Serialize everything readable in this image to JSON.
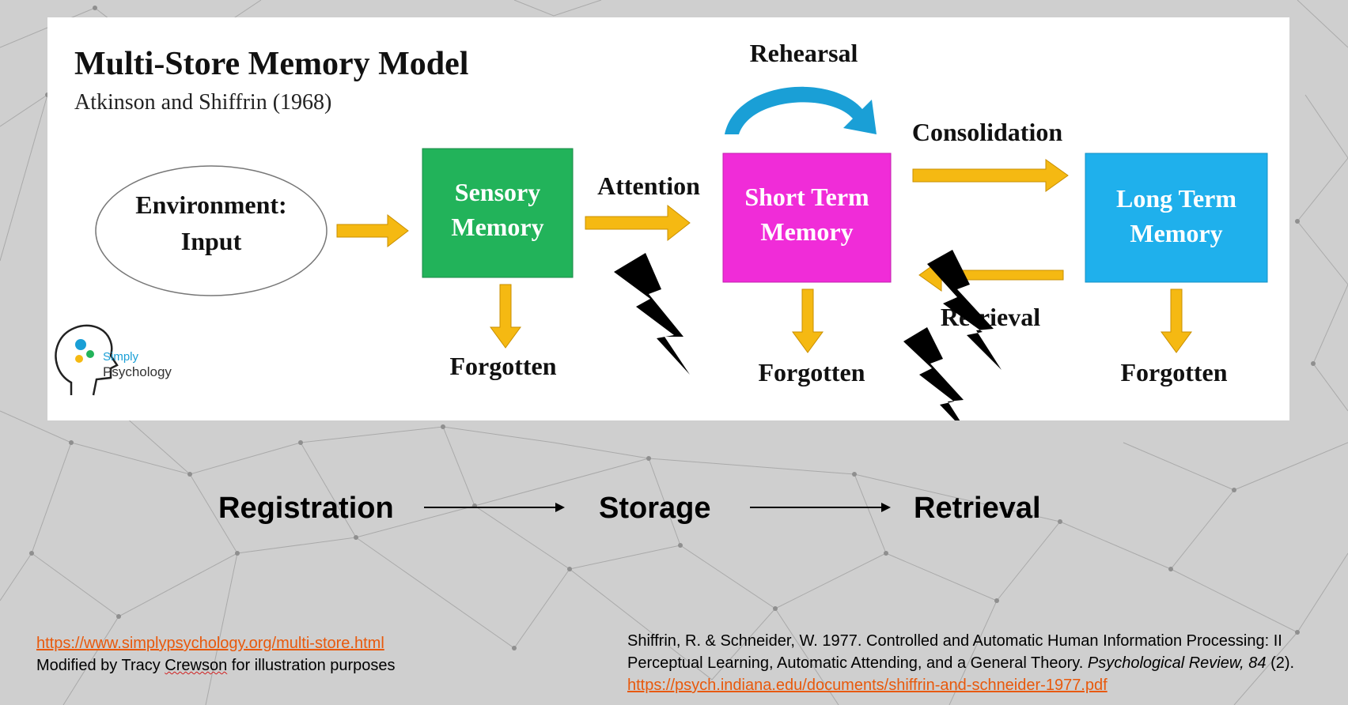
{
  "diagram": {
    "title": "Multi-Store Memory Model",
    "subtitle": "Atkinson and Shiffrin (1968)",
    "environment": {
      "line1": "Environment:",
      "line2": "Input"
    },
    "sensory": {
      "line1": "Sensory",
      "line2": "Memory",
      "color": "#22b35a"
    },
    "short_term": {
      "line1": "Short Term",
      "line2": "Memory",
      "color": "#f02cd8"
    },
    "long_term": {
      "line1": "Long Term",
      "line2": "Memory",
      "color": "#1fb0ec"
    },
    "labels": {
      "attention": "Attention",
      "rehearsal": "Rehearsal",
      "consolidation": "Consolidation",
      "retrieval": "Retrieval"
    },
    "forgotten": [
      "Forgotten",
      "Forgotten",
      "Forgotten"
    ],
    "logo": {
      "line1": "Simply",
      "line2": "Psychology"
    },
    "arrow_color": "#f5b912",
    "rehearsal_arrow_color": "#1a9fd6"
  },
  "process": {
    "registration": "Registration",
    "storage": "Storage",
    "retrieval": "Retrieval"
  },
  "footer": {
    "left_link": "https://www.simplypsychology.org/multi-store.html",
    "left_note_prefix": "Modified by Tracy ",
    "left_note_name": "Crewson",
    "left_note_suffix": " for illustration purposes",
    "ref_line1": "Shiffrin, R. & Schneider, W. 1977. Controlled and Automatic Human Information Processing: II",
    "ref_line2_prefix": "Perceptual Learning, Automatic Attending, and a General Theory. ",
    "ref_journal": "Psychological Review, 84",
    "ref_line2_suffix": " (2).",
    "ref_link": "https://psych.indiana.edu/documents/shiffrin-and-schneider-1977.pdf"
  }
}
